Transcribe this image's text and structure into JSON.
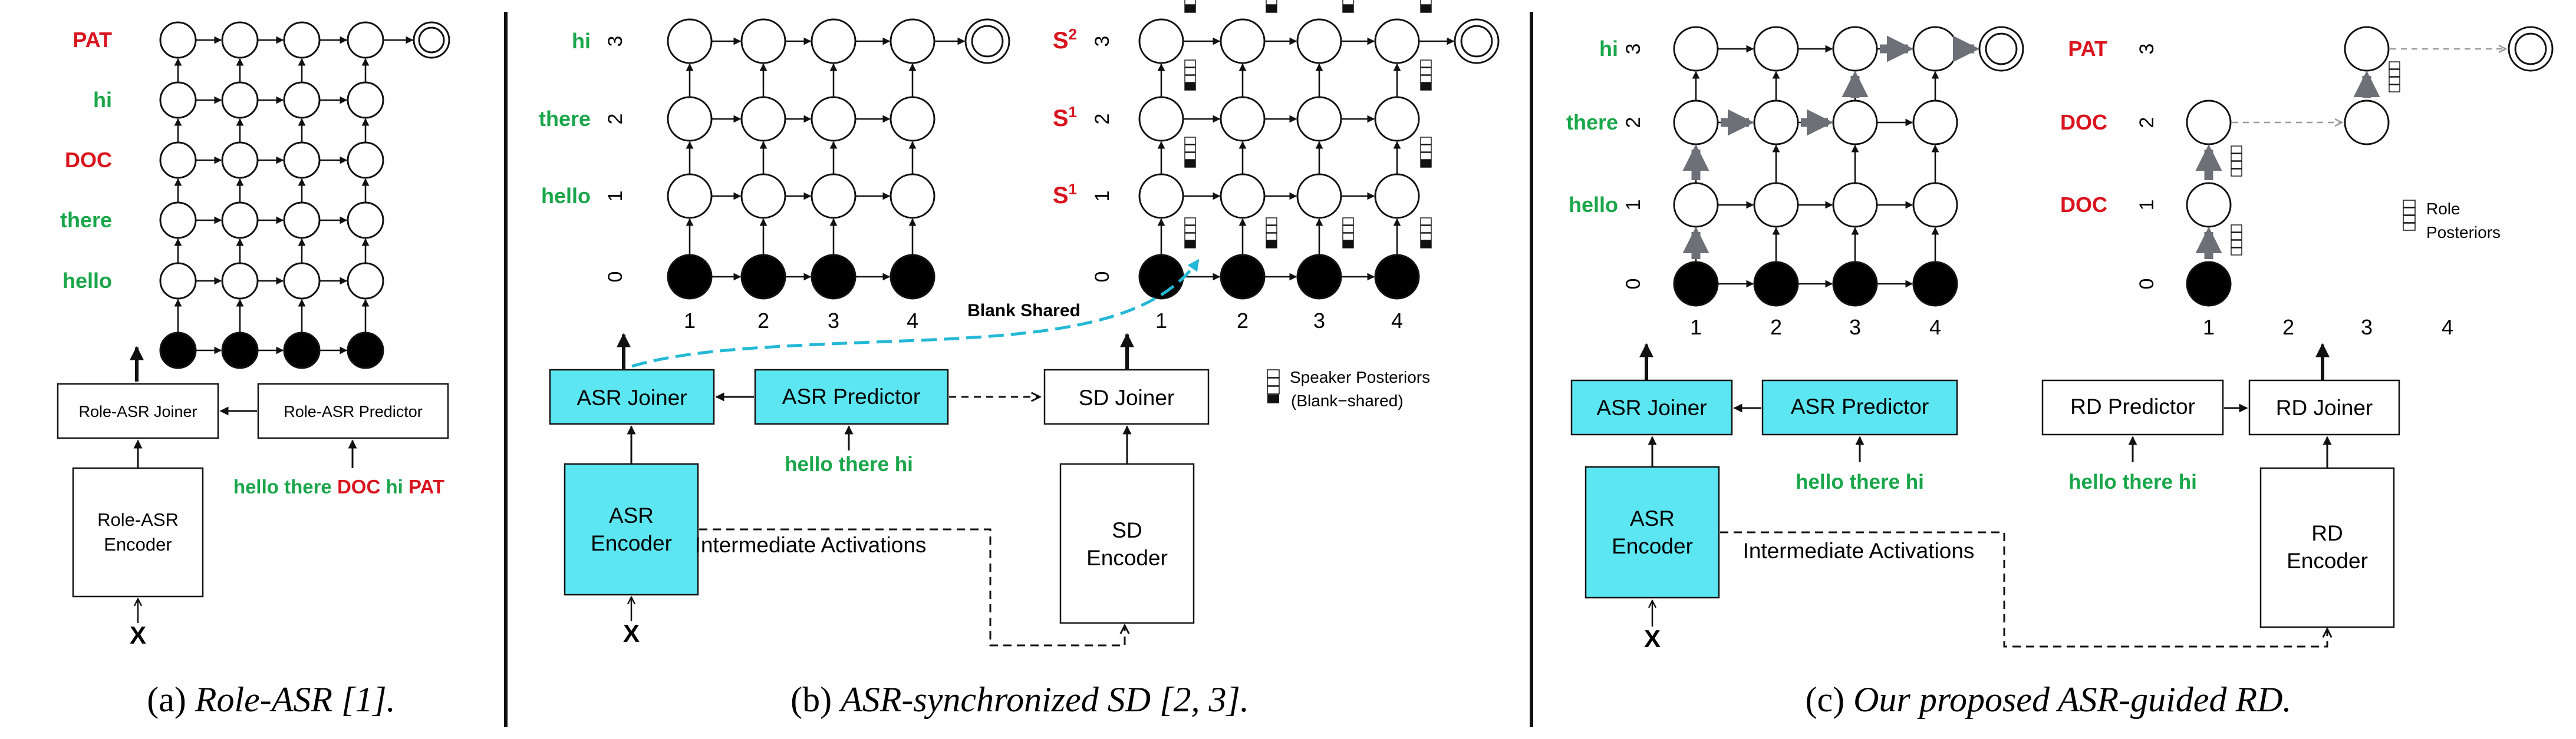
{
  "colors": {
    "green": "#1aa64a",
    "red": "#d9141e",
    "cyan": "#5ce6f2",
    "dash_cyan": "#22b8d6",
    "gray_arrow": "#6e7078",
    "line": "#111111"
  },
  "panel_a": {
    "row_labels": [
      "PAT",
      "hi",
      "DOC",
      "there",
      "hello"
    ],
    "joiner": "Role-ASR Joiner",
    "predictor": "Role-ASR Predictor",
    "encoder_line1": "Role-ASR",
    "encoder_line2": "Encoder",
    "input": "X",
    "predictor_input": [
      {
        "text": "hello there ",
        "color": "green"
      },
      {
        "text": "DOC",
        "color": "red"
      },
      {
        "text": " hi ",
        "color": "green"
      },
      {
        "text": "PAT",
        "color": "red"
      }
    ],
    "caption_prefix": "(a) ",
    "caption_italic": "Role-ASR [1]."
  },
  "panel_b": {
    "left_row_labels": [
      "hi",
      "there",
      "hello"
    ],
    "y_ticks": [
      "3",
      "2",
      "1",
      "0"
    ],
    "x_ticks": [
      "1",
      "2",
      "3",
      "4"
    ],
    "right_row_labels": [
      {
        "base": "S",
        "sup": "2"
      },
      {
        "base": "S",
        "sup": "1"
      },
      {
        "base": "S",
        "sup": "1"
      }
    ],
    "blank_shared": "Blank Shared",
    "asr_joiner": "ASR Joiner",
    "asr_predictor": "ASR Predictor",
    "sd_joiner": "SD Joiner",
    "predictor_input": "hello there hi",
    "asr_encoder_line1": "ASR",
    "asr_encoder_line2": "Encoder",
    "sd_encoder_line1": "SD",
    "sd_encoder_line2": "Encoder",
    "intermediate": "Intermediate Activations",
    "input": "X",
    "legend_line1": "Speaker Posteriors",
    "legend_line2": "(Blank−shared)",
    "caption_prefix": "(b) ",
    "caption_italic": "ASR-synchronized SD [2, 3]."
  },
  "panel_c": {
    "left_row_labels": [
      "hi",
      "there",
      "hello"
    ],
    "y_ticks": [
      "3",
      "2",
      "1",
      "0"
    ],
    "x_ticks": [
      "1",
      "2",
      "3",
      "4"
    ],
    "right_row_labels": [
      "PAT",
      "DOC",
      "DOC"
    ],
    "asr_joiner": "ASR Joiner",
    "asr_predictor": "ASR Predictor",
    "rd_predictor": "RD Predictor",
    "rd_joiner": "RD Joiner",
    "predictor_input_left": "hello there hi",
    "predictor_input_right": "hello there hi",
    "asr_encoder_line1": "ASR",
    "asr_encoder_line2": "Encoder",
    "rd_encoder_line1": "RD",
    "rd_encoder_line2": "Encoder",
    "intermediate": "Intermediate Activations",
    "input": "X",
    "legend_line1": "Role",
    "legend_line2": "Posteriors",
    "caption_prefix": "(c) ",
    "caption_italic": "Our proposed ASR-guided RD."
  }
}
